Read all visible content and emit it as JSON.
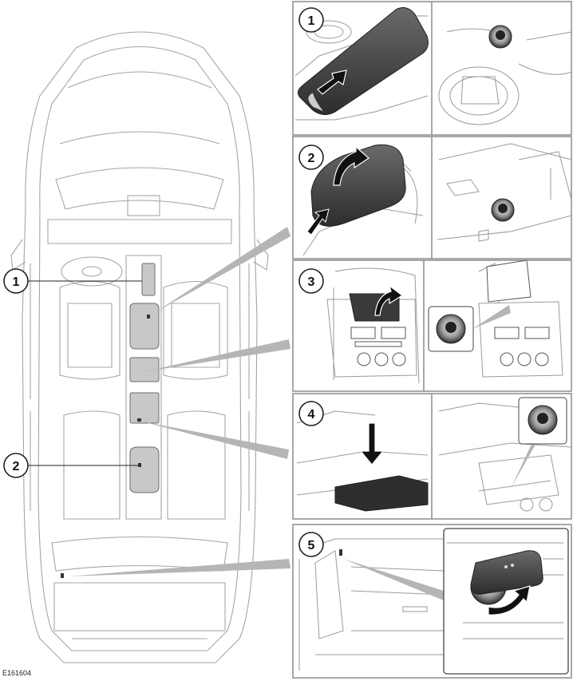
{
  "figure_code": "E161604",
  "callouts": {
    "c1": "1",
    "c2": "2",
    "c3": "3",
    "c4": "4",
    "c5": "5"
  },
  "panels": {
    "p1": "1",
    "p2": "2",
    "p3": "3",
    "p4": "4",
    "p5": "5"
  },
  "colors": {
    "line": "#9a9a9a",
    "dark": "#3a3a3a",
    "highlight": "#c8c8c8",
    "leader": "#b0b0b0",
    "frame": "#8c8c8c"
  }
}
